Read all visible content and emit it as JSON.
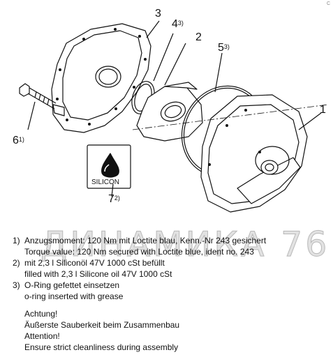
{
  "corner_mark": "C",
  "callouts": {
    "c1": {
      "num": "1",
      "sup": ""
    },
    "c2": {
      "num": "2",
      "sup": ""
    },
    "c3": {
      "num": "3",
      "sup": ""
    },
    "c4": {
      "num": "4",
      "sup": "3)"
    },
    "c5": {
      "num": "5",
      "sup": "3)"
    },
    "c6": {
      "num": "6",
      "sup": "1)"
    },
    "c7": {
      "num": "7",
      "sup": "2)"
    }
  },
  "silicon_label": "SILICON",
  "watermark": "ДИНАМИКА 76",
  "notes": [
    {
      "num": "1)",
      "lines": [
        "Anzugsmoment: 120 Nm mit Loctite blau, Kenn.-Nr 243 gesichert",
        "Torque value: 120 Nm secured with Loctite blue, ident no. 243"
      ]
    },
    {
      "num": "2)",
      "lines": [
        "mit 2,3 l Siliconöl 47V 1000 cSt befüllt",
        "filled with 2,3 l Silicone oil 47V 1000 cSt"
      ]
    },
    {
      "num": "3)",
      "lines": [
        "O-Ring gefettet einsetzen",
        "o-ring inserted with grease"
      ]
    }
  ],
  "warning": [
    "Achtung!",
    "Äußerste Sauberkeit beim Zusammenbau",
    "Attention!",
    "Ensure strict cleanliness during assembly"
  ]
}
